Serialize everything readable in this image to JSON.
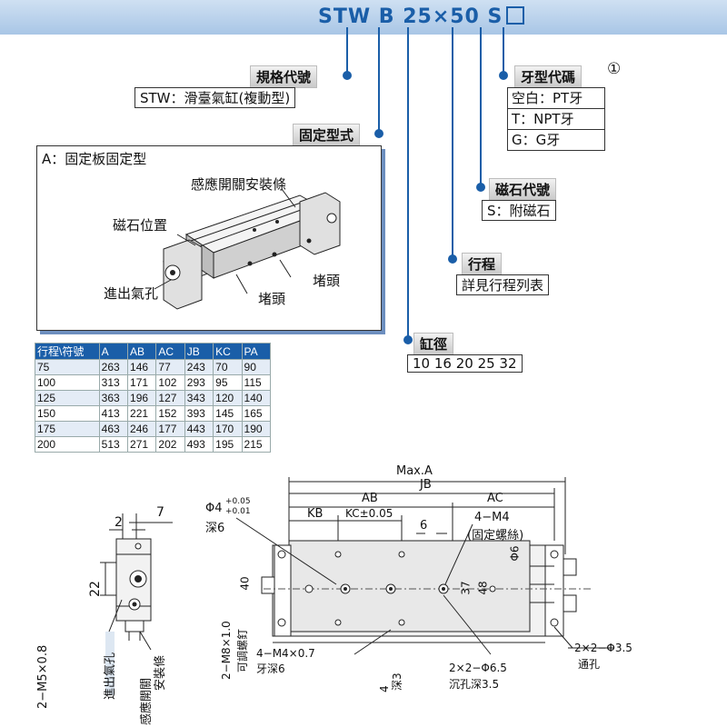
{
  "model_code": {
    "text": "STW B 25×50 S"
  },
  "spec_title": {
    "label": "規格代號",
    "value": "STW：滑臺氣缸(複動型)"
  },
  "mount_type": {
    "label": "固定型式",
    "value": "A：固定板固定型"
  },
  "thread_type": {
    "label": "牙型代碼",
    "note": "①",
    "options": [
      "空白：PT牙",
      "T：NPT牙",
      "G：G牙"
    ]
  },
  "magnet_code": {
    "label": "磁石代號",
    "value": "S：附磁石"
  },
  "stroke": {
    "label": "行程",
    "value": "詳見行程列表"
  },
  "bore": {
    "label": "缸徑",
    "value": "10 16 20 25 32"
  },
  "illustration": {
    "sensor_rail": "感應開關安裝條",
    "magnet_position": "磁石位置",
    "plug_right": "堵頭",
    "plug_bottom": "堵頭",
    "air_port": "進出氣孔"
  },
  "stroke_table": {
    "headers": [
      "行程\\符號",
      "A",
      "AB",
      "AC",
      "JB",
      "KC",
      "PA"
    ],
    "rows": [
      [
        "75",
        "263",
        "146",
        "77",
        "243",
        "70",
        "90"
      ],
      [
        "100",
        "313",
        "171",
        "102",
        "293",
        "95",
        "115"
      ],
      [
        "125",
        "363",
        "196",
        "127",
        "343",
        "120",
        "140"
      ],
      [
        "150",
        "413",
        "221",
        "152",
        "393",
        "145",
        "165"
      ],
      [
        "175",
        "463",
        "246",
        "177",
        "443",
        "170",
        "190"
      ],
      [
        "200",
        "513",
        "271",
        "202",
        "493",
        "195",
        "215"
      ]
    ]
  },
  "drawing": {
    "dim_7": "7",
    "dim_2": "2",
    "dim_22": "22",
    "air_port_thread": "2−M5×0.8",
    "air_port_label": "進出氣孔",
    "sensor_rail": "感應開關",
    "sensor_rail_2": "安裝條",
    "max_a": "Max.A",
    "jb": "JB",
    "ab": "AB",
    "ac": "AC",
    "kb": "KB",
    "kc": "KC±0.05",
    "six": "6",
    "phi4": "Φ4",
    "tol_hi": "+0.05",
    "tol_lo": "+0.01",
    "depth6": "深6",
    "m4": "4−M4",
    "fix_screw": "(固定螺絲)",
    "phi6": "Φ6",
    "d40": "40",
    "d37": "37",
    "d48": "48",
    "m8": "2−M8×1.0",
    "adj_screw": "可調螺釘",
    "m4_depth": "4−M4×0.7",
    "tooth_depth": "牙深6",
    "four": "4",
    "depth3": "深3",
    "cbore": "2×2−Φ6.5",
    "cbore_depth": "沉孔深3.5",
    "thru": "2×2−Φ3.5",
    "thru_label": "通孔"
  }
}
